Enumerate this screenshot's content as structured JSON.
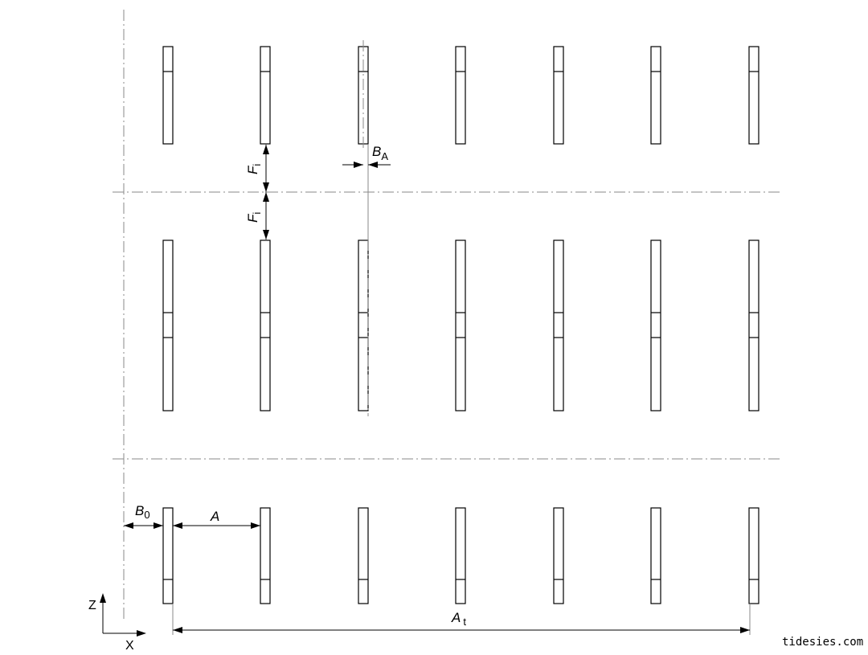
{
  "labels": {
    "fi_upper": "F",
    "fi_upper_sub": "i",
    "fi_lower": "F",
    "fi_lower_sub": "i",
    "ba": "B",
    "ba_sub": "A",
    "b0": "B",
    "b0_sub": "0",
    "a": "A",
    "at": "A",
    "at_sub": "t",
    "axis_z": "Z",
    "axis_x": "X"
  },
  "watermark": "tidesies.com",
  "colors": {
    "stroke": "#000000",
    "centerline": "#888888",
    "background": "#ffffff"
  }
}
